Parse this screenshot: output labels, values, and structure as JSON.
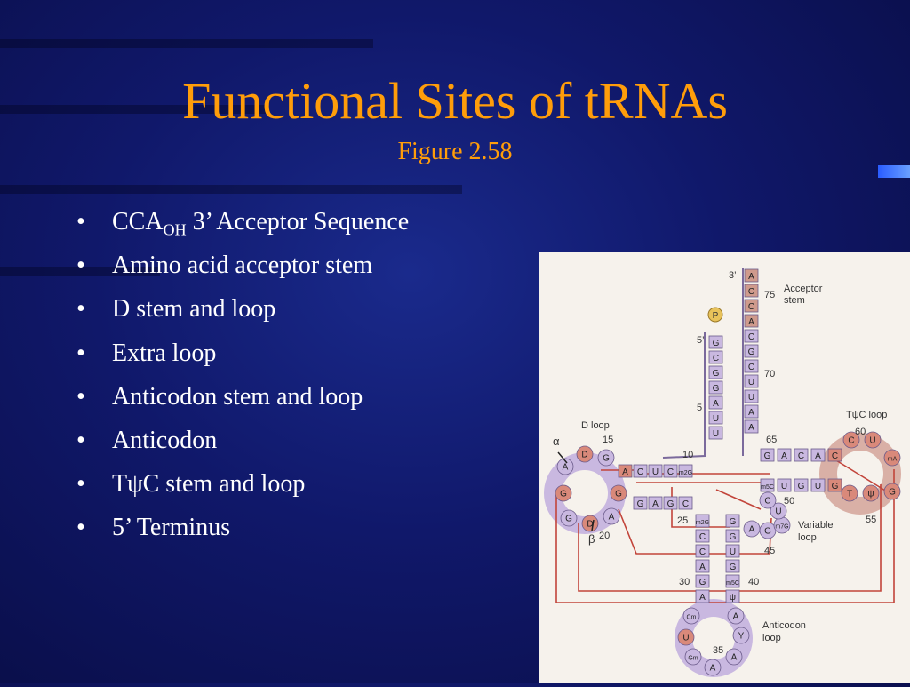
{
  "slide": {
    "title": "Functional Sites of tRNAs",
    "subtitle": "Figure 2.58",
    "bullet_glyph": "•",
    "bullets": {
      "b0_main": "CCA",
      "b0_sub": "OH",
      "b0_rest": " 3’ Acceptor Sequence",
      "b1": "Amino acid acceptor stem",
      "b2": "D stem and loop",
      "b3": "Extra loop",
      "b4": "Anticodon stem and loop",
      "b5": "Anticodon",
      "b6": "TψC  stem and loop",
      "b7": "5’ Terminus"
    }
  },
  "figure": {
    "labels": {
      "three_prime": "3’",
      "five_prime": "5’",
      "phosphate": "P",
      "acceptor": "Acceptor",
      "stem": "stem",
      "d_loop": "D loop",
      "tpsic": "TψC loop",
      "variable": "Variable",
      "loop": "loop",
      "anticodon": "Anticodon",
      "anticodon_loop": "loop",
      "alpha": "α",
      "beta": "β"
    },
    "numbers": {
      "n75": "75",
      "n70": "70",
      "n65": "65",
      "n60": "60",
      "n55": "55",
      "n50": "50",
      "n45": "45",
      "n40": "40",
      "n35": "35",
      "n30": "30",
      "n25": "25",
      "n20": "20",
      "n15": "15",
      "n10": "10",
      "n5": "5"
    },
    "nucleotides": {
      "acc_3p": [
        "A",
        "C",
        "C",
        "A",
        "C",
        "G",
        "C",
        "U",
        "U",
        "A",
        "A"
      ],
      "acc_5p": [
        "G",
        "C",
        "G",
        "G",
        "A",
        "U",
        "U"
      ],
      "t_stem_top": [
        "G",
        "A",
        "C",
        "A",
        "C"
      ],
      "t_stem_bottom": [
        "m5C",
        "U",
        "G",
        "U",
        "G"
      ],
      "t_loop": [
        "C",
        "U",
        "mA",
        "G",
        "ψ",
        "T"
      ],
      "d_stem_top": [
        "A",
        "C",
        "U",
        "C",
        "m2G"
      ],
      "d_stem_bottom": [
        "G",
        "A",
        "G",
        "C"
      ],
      "d_loop": [
        "G",
        "D",
        "A",
        "G",
        "G",
        "D",
        "A",
        "G"
      ],
      "ac_stem_left": [
        "m2G",
        "C",
        "C",
        "A",
        "G",
        "A"
      ],
      "ac_stem_right": [
        "G",
        "G",
        "U",
        "G",
        "m5C",
        "ψ"
      ],
      "variable": [
        "A",
        "G",
        "m7G",
        "U",
        "C"
      ],
      "ac_loop": [
        "Cm",
        "U",
        "Gm",
        "A",
        "A",
        "Y",
        "A"
      ]
    },
    "colors": {
      "acceptor_3p": "#cf9a8c",
      "stem_lavender": "#c9b8e0",
      "loop_salmon": "#d9897a",
      "line_red": "#c2443a"
    }
  }
}
